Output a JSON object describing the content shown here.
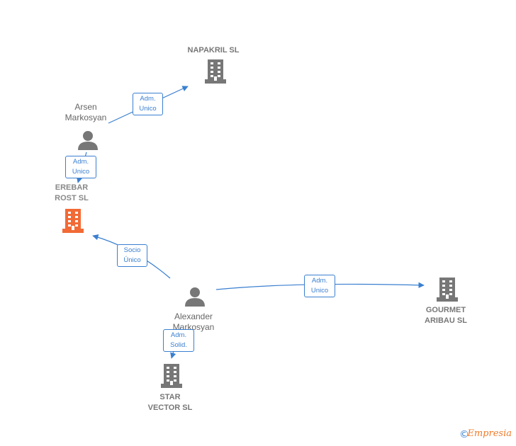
{
  "nodes": {
    "napakril": {
      "label": "NAPAKRIL  SL",
      "kind": "company"
    },
    "erebar": {
      "label": "EREBAR\nROST  SL",
      "kind": "company-focus"
    },
    "gourmet": {
      "label": "GOURMET\nARIBAU  SL",
      "kind": "company"
    },
    "star": {
      "label": "STAR\nVECTOR  SL",
      "kind": "company"
    },
    "arsen": {
      "label": "Arsen\nMarkosyan",
      "kind": "person"
    },
    "alexander": {
      "label": "Alexander\nMarkosyan",
      "kind": "person"
    }
  },
  "edges": {
    "arsen_napakril": {
      "label": "Adm.\nUnico"
    },
    "arsen_erebar": {
      "label": "Adm.\nUnico"
    },
    "alexander_erebar": {
      "label": "Socio\nÚnico"
    },
    "alexander_gourmet": {
      "label": "Adm.\nUnico"
    },
    "alexander_star": {
      "label": "Adm.\nSolid."
    }
  },
  "colors": {
    "edge": "#3a7fd0",
    "company": "#777777",
    "focus": "#f26a35",
    "person": "#777777"
  },
  "footer": {
    "copyright": "©",
    "brand": "Empresia"
  }
}
